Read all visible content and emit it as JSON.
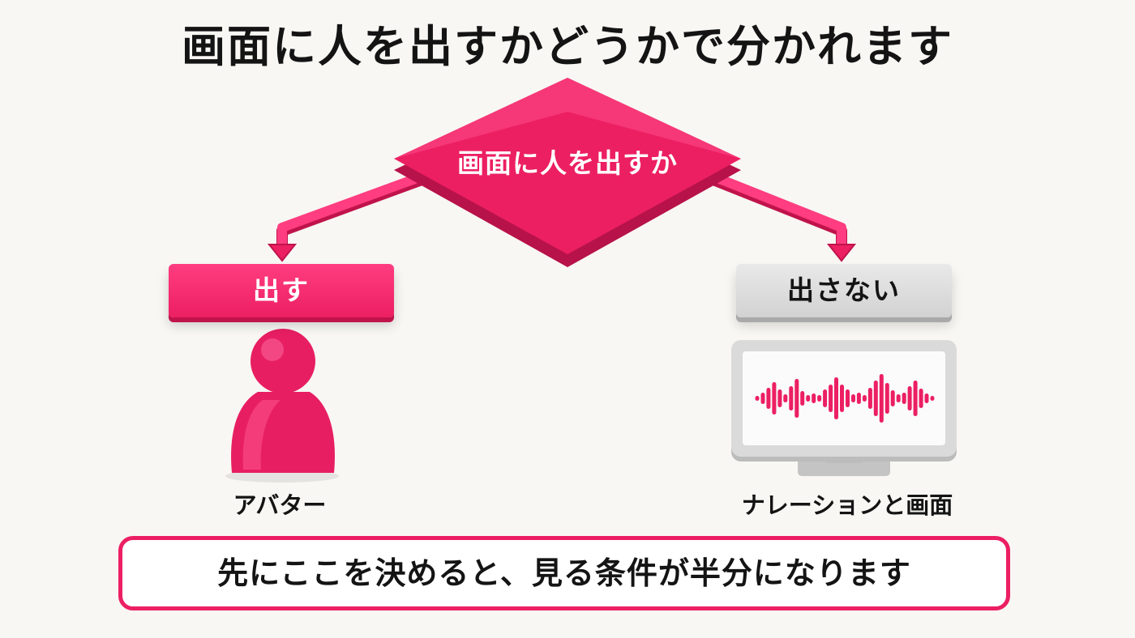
{
  "title": "画面に人を出すかどうかで分かれます",
  "decision": {
    "label": "画面に人を出すか"
  },
  "branches": {
    "yes": {
      "label": "出す",
      "caption": "アバター",
      "icon": "avatar-person-icon"
    },
    "no": {
      "label": "出さない",
      "caption": "ナレーションと画面",
      "icon": "monitor-waveform-icon"
    }
  },
  "note": "先にここを決めると、見る条件が半分になります",
  "colors": {
    "accent": "#ec1f63",
    "accent_dark": "#c0134b",
    "neutral": "#d4d4d4",
    "text": "#141414",
    "background": "#f8f7f3"
  }
}
